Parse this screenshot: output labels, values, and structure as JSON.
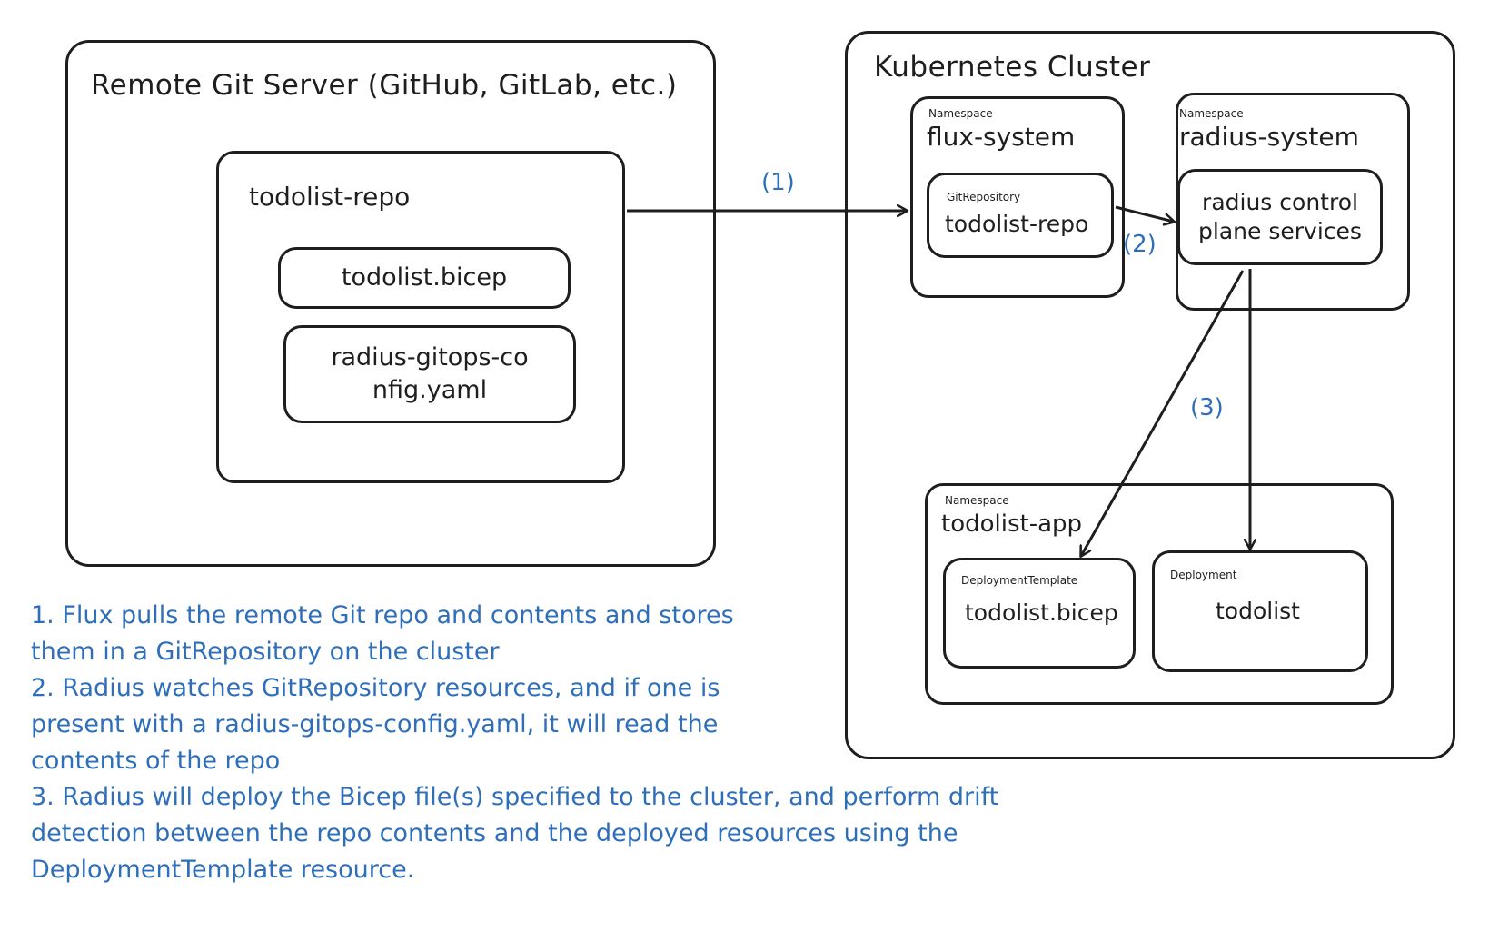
{
  "remote": {
    "title": "Remote Git Server (GitHub, GitLab, etc.)",
    "repo": {
      "name": "todolist-repo",
      "files": [
        "todolist.bicep",
        "radius-gitops-config.yaml"
      ]
    }
  },
  "cluster": {
    "title": "Kubernetes Cluster",
    "flux": {
      "kind": "Namespace",
      "name": "flux-system",
      "resource_kind": "GitRepository",
      "resource_name": "todolist-repo"
    },
    "radius": {
      "kind": "Namespace",
      "name": "radius-system",
      "service": "radius control plane services"
    },
    "app": {
      "kind": "Namespace",
      "name": "todolist-app",
      "template_kind": "DeploymentTemplate",
      "template_name": "todolist.bicep",
      "deployment_kind": "Deployment",
      "deployment_name": "todolist"
    }
  },
  "steps": [
    "(1)",
    "(2)",
    "(3)"
  ],
  "notes": [
    "1. Flux pulls the remote Git repo and contents and stores them in a GitRepository on the cluster",
    "2. Radius watches GitRepository resources, and if one is present with a radius-gitops-config.yaml, it will read the contents of the repo",
    "3. Radius will deploy the Bicep file(s) specified to the cluster, and perform drift detection between the repo contents and the deployed resources using the DeploymentTemplate resource."
  ],
  "colors": {
    "ink": "#1e1e1e",
    "accent": "#2f6fba"
  }
}
